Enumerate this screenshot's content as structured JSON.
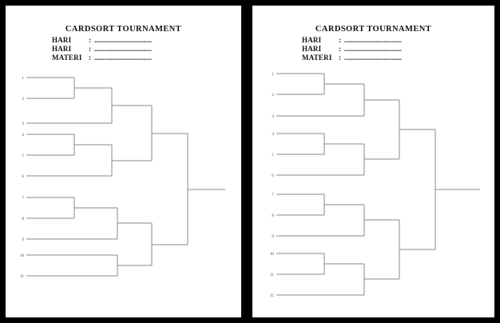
{
  "document": {
    "outer_border_color": "#000000",
    "page_background": "#ffffff",
    "line_color": "#8a8a8a",
    "text_color": "#121212"
  },
  "header": {
    "title": "CARDSORT TOURNAMENT",
    "colon": ":",
    "dots": "...................................",
    "rows": [
      {
        "label": "HARI",
        "value": ""
      },
      {
        "label": "HARI",
        "value": ""
      },
      {
        "label": "MATERI",
        "value": ""
      }
    ]
  },
  "panels": [
    {
      "name": "left-bracket",
      "seed_count": 11,
      "seeds": [
        "1",
        "2",
        "3",
        "4",
        "5",
        "6",
        "7",
        "8",
        "9",
        "10",
        "11"
      ],
      "groups": [
        {
          "type": "three-seed",
          "seeds": [
            "1",
            "2",
            "3"
          ]
        },
        {
          "type": "three-seed",
          "seeds": [
            "4",
            "5",
            "6"
          ]
        },
        {
          "type": "three-seed",
          "seeds": [
            "7",
            "8",
            "9"
          ]
        },
        {
          "type": "two-seed",
          "seeds": [
            "10",
            "11"
          ]
        }
      ],
      "rounds": [
        "quarter",
        "semi",
        "final",
        "champion"
      ]
    },
    {
      "name": "right-bracket",
      "seed_count": 12,
      "seeds": [
        "1",
        "2",
        "3",
        "4",
        "5",
        "6",
        "7",
        "8",
        "9",
        "10",
        "11",
        "12"
      ],
      "groups": [
        {
          "type": "three-seed",
          "seeds": [
            "1",
            "2",
            "3"
          ]
        },
        {
          "type": "three-seed",
          "seeds": [
            "4",
            "5",
            "6"
          ]
        },
        {
          "type": "three-seed",
          "seeds": [
            "7",
            "8",
            "9"
          ]
        },
        {
          "type": "three-seed",
          "seeds": [
            "10",
            "11",
            "12"
          ]
        }
      ],
      "rounds": [
        "quarter",
        "semi",
        "final",
        "champion"
      ]
    }
  ]
}
